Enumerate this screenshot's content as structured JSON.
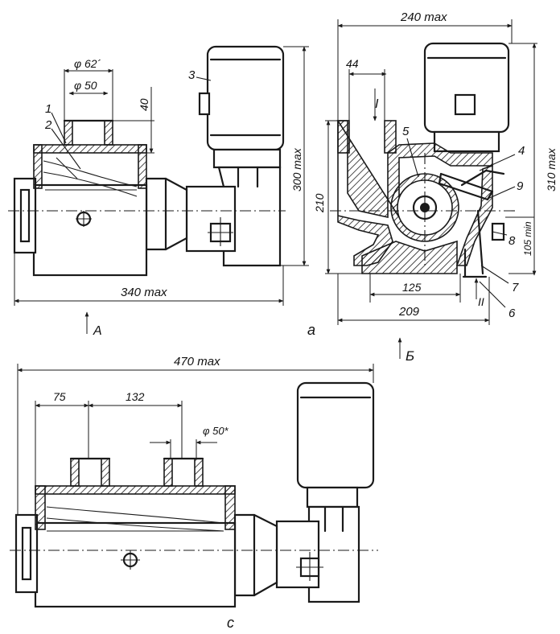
{
  "view_a": {
    "dims": {
      "d_outer": "φ 62´",
      "d_inner": "φ 50",
      "h_top": "40",
      "height": "300 max",
      "width": "340 max"
    },
    "callouts": [
      "1",
      "2",
      "3"
    ],
    "view_arrow": "A",
    "caption": "a"
  },
  "view_b": {
    "dims": {
      "width": "240 max",
      "inlet_offset": "44",
      "height_total": "310 max",
      "height_body": "210",
      "height_min": "105 min",
      "base_inner": "125",
      "base_outer": "209"
    },
    "callouts": [
      "4",
      "5",
      "6",
      "7",
      "8",
      "9"
    ],
    "section_mark_top": "I",
    "section_mark_bottom": "II",
    "view_arrow": "Б"
  },
  "view_c": {
    "dims": {
      "width": "470 max",
      "spacing_1": "75",
      "spacing_2": "132",
      "nozzle": "φ 50*"
    },
    "caption": "c"
  }
}
